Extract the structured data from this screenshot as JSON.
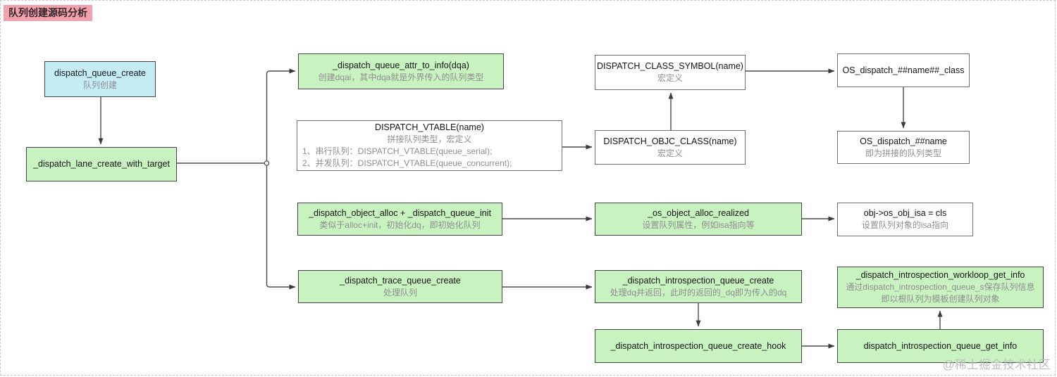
{
  "title_badge": "队列创建源码分析",
  "watermark": "@稀土掘金技术社区",
  "colors": {
    "node_green": "#c8f3c1",
    "node_cyan": "#c5edf6",
    "node_white": "#ffffff",
    "badge_pink": "#f2a2ad",
    "connector": "#4a4a4a"
  },
  "nodes": {
    "queue_create": {
      "title": "dispatch_queue_create",
      "subtitle": "队列创建"
    },
    "lane_create_with_target": {
      "title": "_dispatch_lane_create_with_target"
    },
    "queue_attr_to_info": {
      "title": "_dispatch_queue_attr_to_info(dqa)",
      "subtitle": "创建dqai，其中dqa就是外界传入的队列类型"
    },
    "vtable": {
      "title": "DISPATCH_VTABLE(name)",
      "subtitle": "拼接队列类型，宏定义",
      "item1": "1、串行队列：DISPATCH_VTABLE(queue_serial);",
      "item2": "2、并发队列：DISPATCH_VTABLE(queue_concurrent);"
    },
    "class_symbol": {
      "title": "DISPATCH_CLASS_SYMBOL(name)",
      "subtitle": "宏定义"
    },
    "os_dispatch_name_class": {
      "title": "OS_dispatch_##name##_class"
    },
    "objc_class": {
      "title": "DISPATCH_OBJC_CLASS(name)",
      "subtitle": "宏定义"
    },
    "os_dispatch_name": {
      "title": "OS_dispatch_##name",
      "subtitle": "即为拼接的队列类型"
    },
    "object_alloc_queue_init": {
      "title": "_dispatch_object_alloc + _dispatch_queue_init",
      "subtitle": "类似于alloc+init，初始化dq，即初始化队列"
    },
    "os_object_alloc_realized": {
      "title": "_os_object_alloc_realized",
      "subtitle": "设置队列属性，例如isa指向等"
    },
    "obj_isa": {
      "title": "obj->os_obj_isa = cls",
      "subtitle": "设置队列对象的isa指向"
    },
    "trace_queue_create": {
      "title": "_dispatch_trace_queue_create",
      "subtitle": "处理队列"
    },
    "introspection_queue_create": {
      "title": "_dispatch_introspection_queue_create",
      "subtitle": "处理dq并返回，此时的返回的_dq即为传入的dq"
    },
    "introspection_workloop_get_info": {
      "title": "_dispatch_introspection_workloop_get_info",
      "subtitle": "通过dispatch_introspection_queue_s保存队列信息",
      "line3": "即以根队列为模板创建队列对象"
    },
    "introspection_queue_create_hook": {
      "title": "_dispatch_introspection_queue_create_hook"
    },
    "introspection_queue_get_info": {
      "title": "dispatch_introspection_queue_get_info"
    }
  }
}
